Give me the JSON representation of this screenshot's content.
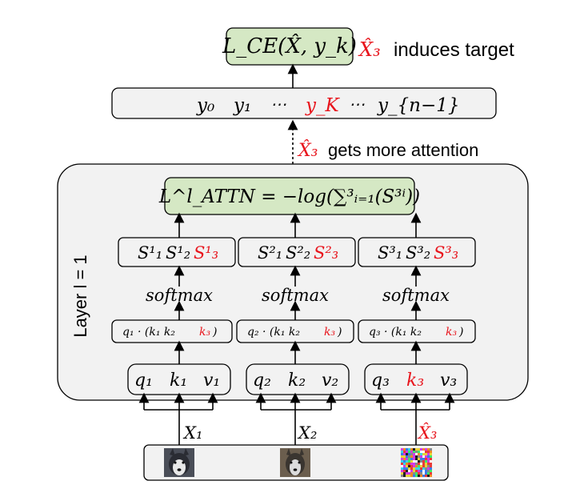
{
  "loss_ce": {
    "text": "L_CE(X̂, y_k)",
    "note_var": "X̂₃",
    "note_text": "induces target"
  },
  "outputs": {
    "y0": "y₀",
    "y1": "y₁",
    "dots1": "⋯",
    "yK": "y_K",
    "dots2": "⋯",
    "yn1": "y_{n−1}"
  },
  "attention_note": {
    "var": "X̂₃",
    "text": "gets more attention"
  },
  "layer": {
    "label": "Layer l = 1"
  },
  "loss_attn": {
    "text": "L^l_ATTN = −log(∑³ᵢ₌₁(S³ⁱ))"
  },
  "scores": [
    {
      "a": "S¹₁",
      "b": "S¹₂",
      "c": "S¹₃"
    },
    {
      "a": "S²₁",
      "b": "S²₂",
      "c": "S²₃"
    },
    {
      "a": "S³₁",
      "b": "S³₂",
      "c": "S³₃"
    }
  ],
  "softmax_label": "softmax",
  "dots": [
    {
      "q": "q₁ · (k₁ k₂",
      "k3": "k₃",
      "close": ")"
    },
    {
      "q": "q₂ · (k₁ k₂",
      "k3": "k₃",
      "close": ")"
    },
    {
      "q": "q₃ · (k₁ k₂",
      "k3": "k₃",
      "close": ")"
    }
  ],
  "qkv": [
    {
      "q": "q₁",
      "k": "k₁",
      "v": "v₁"
    },
    {
      "q": "q₂",
      "k": "k₂",
      "v": "v₂"
    },
    {
      "q": "q₃",
      "k": "k₃",
      "v": "v₃"
    }
  ],
  "inputs": [
    {
      "label": "X₁"
    },
    {
      "label": "X₂"
    },
    {
      "label": "X̂₃"
    }
  ],
  "colors": {
    "highlight": "#e8141c",
    "green_box": "#d5e8c4",
    "grey_box": "#f2f2f2"
  }
}
